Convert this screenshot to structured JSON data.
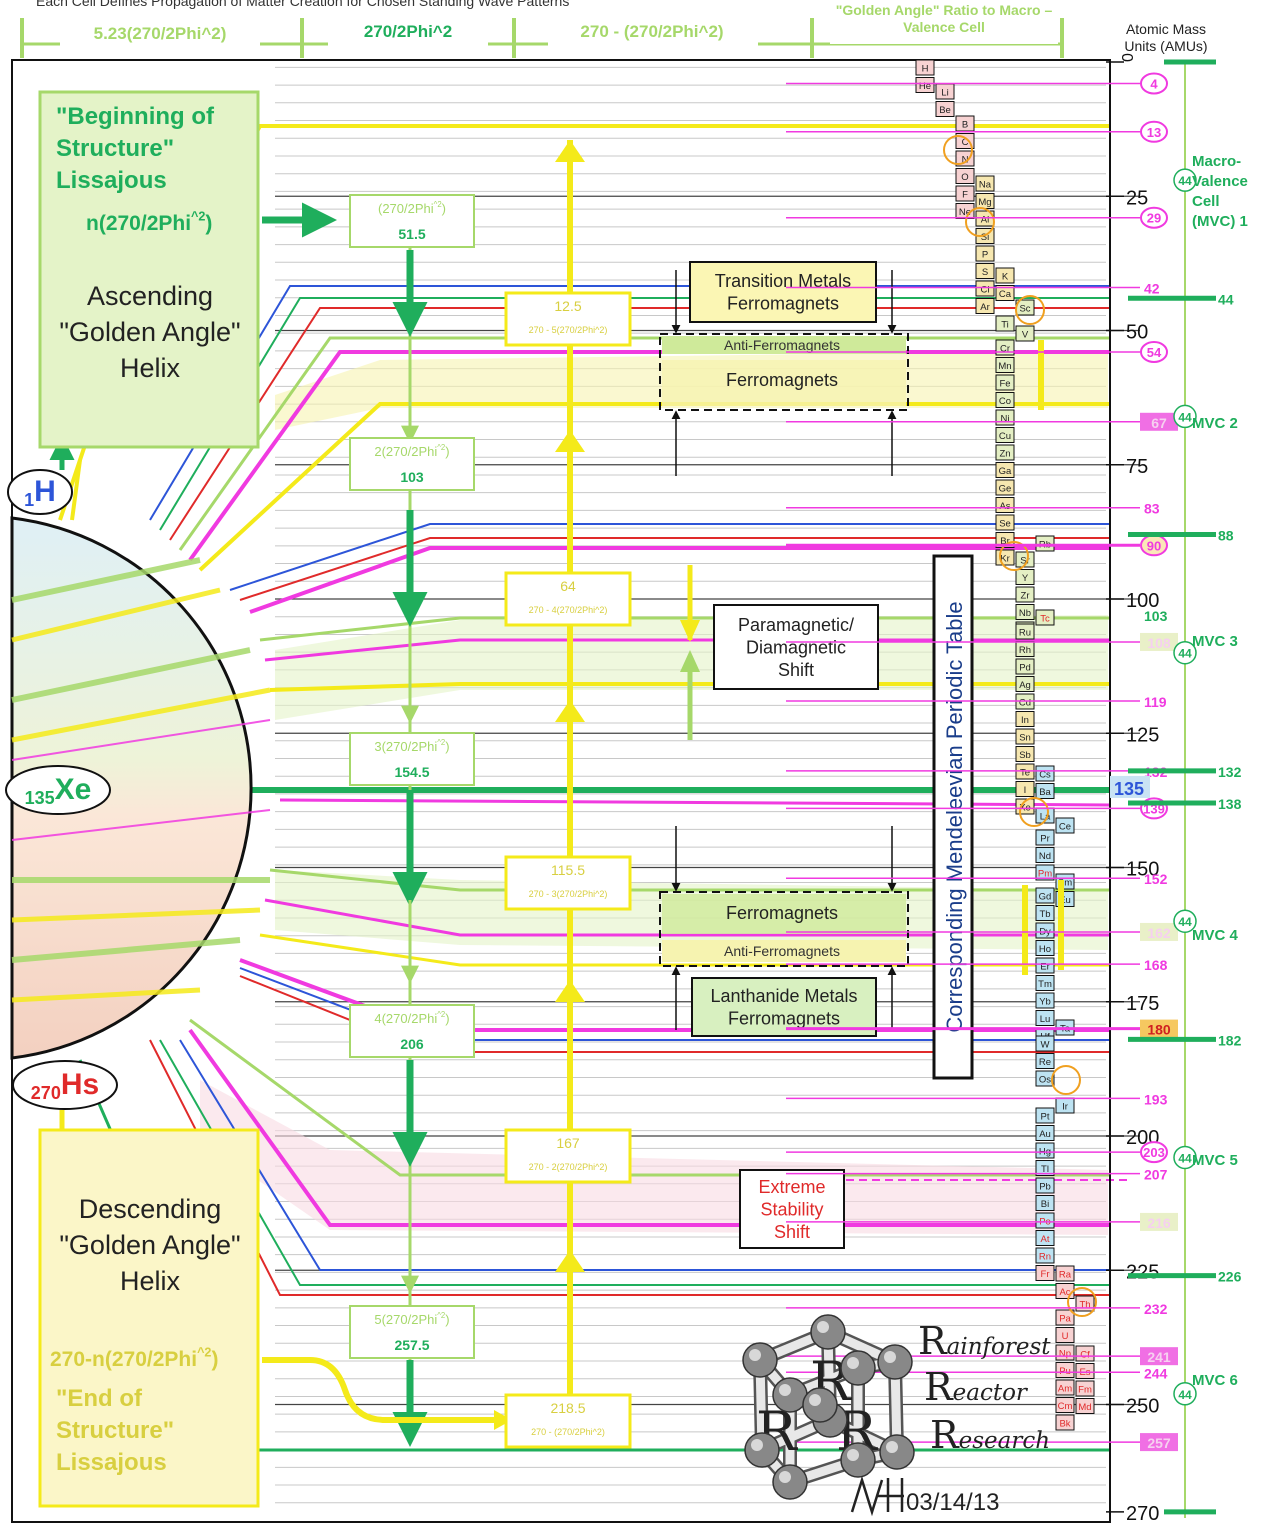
{
  "header": {
    "top_caption": "Each Cell Defines Propagation of Matter Creation for Chosen Standing Wave Patterns",
    "sections": [
      "5.23(270/2Phi^2)",
      "270/2Phi^2",
      "270 - (270/2Phi^2)",
      "\"Golden Angle\" Ratio to Macro – Valence Cell"
    ],
    "amu_label_1": "Atomic Mass",
    "amu_label_2": "Units (AMUs)"
  },
  "left_panel": {
    "beginning": [
      "\"Beginning of",
      "Structure\"",
      "Lissajous"
    ],
    "formula": "n(270/2Phi^2)",
    "ascending": [
      "Ascending",
      "\"Golden Angle\"",
      "Helix"
    ],
    "descending": [
      "Descending",
      "\"Golden Angle\"",
      "Helix"
    ],
    "end_formula": "270-n(270/2Phi^2)",
    "end": [
      "\"End of",
      "Structure\"",
      "Lissajous"
    ]
  },
  "nodes": {
    "h": {
      "sub": "1",
      "sym": "H"
    },
    "xe": {
      "sub": "135",
      "sym": "Xe"
    },
    "hs": {
      "sub": "270",
      "sym": "Hs"
    }
  },
  "green_boxes": [
    {
      "f": "(270/2Phi^2)",
      "v": "51.5"
    },
    {
      "f": "2(270/2Phi^2)",
      "v": "103"
    },
    {
      "f": "3(270/2Phi^2)",
      "v": "154.5"
    },
    {
      "f": "4(270/2Phi^2)",
      "v": "206"
    },
    {
      "f": "5(270/2Phi^2)",
      "v": "257.5"
    }
  ],
  "yellow_boxes": [
    {
      "v": "12.5",
      "f": "270 - 5(270/2Phi^2)"
    },
    {
      "v": "64",
      "f": "270 - 4(270/2Phi^2)"
    },
    {
      "v": "115.5",
      "f": "270 - 3(270/2Phi^2)"
    },
    {
      "v": "167",
      "f": "270 - 2(270/2Phi^2)"
    },
    {
      "v": "218.5",
      "f": "270 - (270/2Phi^2)"
    }
  ],
  "annotations": {
    "transition": [
      "Transition Metals",
      "Ferromagnets"
    ],
    "anti_top": "Anti-Ferromagnets",
    "ferro_top": "Ferromagnets",
    "para": [
      "Paramagnetic/",
      "Diamagnetic",
      "Shift"
    ],
    "ferro_bot": "Ferromagnets",
    "anti_bot": "Anti-Ferromagnets",
    "lanthanide": [
      "Lanthanide Metals",
      "Ferromagnets"
    ],
    "extreme": [
      "Extreme",
      "Stability",
      "Shift"
    ],
    "vertical": "Corresponding Mendeleevian Periodic Table"
  },
  "scale_ticks": [
    {
      "v": "0"
    },
    {
      "v": "25"
    },
    {
      "v": "50"
    },
    {
      "v": "75"
    },
    {
      "v": "100"
    },
    {
      "v": "125"
    },
    {
      "v": "150"
    },
    {
      "v": "175"
    },
    {
      "v": "200"
    },
    {
      "v": "225"
    },
    {
      "v": "250"
    },
    {
      "v": "270"
    }
  ],
  "magenta_marks": [
    "4",
    "13",
    "29",
    "42",
    "54",
    "67",
    "83",
    "90",
    "108",
    "119",
    "132",
    "139",
    "152",
    "162",
    "168",
    "180",
    "193",
    "203",
    "207",
    "216",
    "232",
    "241",
    "244",
    "257"
  ],
  "special_marks": {
    "green103": "103",
    "blue135": "135"
  },
  "mvc_nodes": [
    "44",
    "88",
    "132",
    "138",
    "182",
    "226"
  ],
  "mvc_labels": {
    "mvc1": [
      "Macro-",
      "Valence",
      "Cell",
      "(MVC) 1"
    ],
    "others": [
      "MVC 2",
      "MVC 3",
      "MVC 4",
      "MVC 5",
      "MVC 6"
    ],
    "spacing": "44"
  },
  "elements": [
    "H",
    "He",
    "Li",
    "Be",
    "B",
    "C",
    "N",
    "O",
    "F",
    "Ne",
    "Na",
    "Mg",
    "Al",
    "Si",
    "P",
    "S",
    "Cl",
    "Ar",
    "K",
    "Ca",
    "Sc",
    "Ti",
    "V",
    "Cr",
    "Mn",
    "Fe",
    "Co",
    "Ni",
    "Cu",
    "Zn",
    "Ga",
    "Ge",
    "As",
    "Se",
    "Br",
    "Kr",
    "Rb",
    "Sr",
    "Y",
    "Zr",
    "Nb",
    "Mo",
    "Tc",
    "Ru",
    "Rh",
    "Pd",
    "Ag",
    "Cd",
    "In",
    "Sn",
    "Sb",
    "Te",
    "I",
    "Xe",
    "Cs",
    "Ba",
    "La",
    "Ce",
    "Pr",
    "Nd",
    "Pm",
    "Sm",
    "Eu",
    "Gd",
    "Tb",
    "Dy",
    "Ho",
    "Er",
    "Tm",
    "Yb",
    "Lu",
    "Hf",
    "Ta",
    "W",
    "Re",
    "Os",
    "Ir",
    "Pt",
    "Au",
    "Hg",
    "Tl",
    "Pb",
    "Bi",
    "Po",
    "At",
    "Rn",
    "Fr",
    "Ra",
    "Ac",
    "Th",
    "Pa",
    "U",
    "Np",
    "Pu",
    "Am",
    "Cm",
    "Bk",
    "Cf",
    "Es",
    "Fm",
    "Md"
  ],
  "logo": {
    "word1": [
      "R",
      "ainforest"
    ],
    "word2": [
      "R",
      "eactor"
    ],
    "word3": [
      "R",
      "esearch"
    ],
    "date": "03/14/13"
  },
  "colors": {
    "green": "#1fae5c",
    "light_green": "#a6d86a",
    "yellow": "#f4ea1a",
    "magenta": "#f03ae0",
    "blue": "#2d55d8",
    "red": "#e02a2a"
  }
}
